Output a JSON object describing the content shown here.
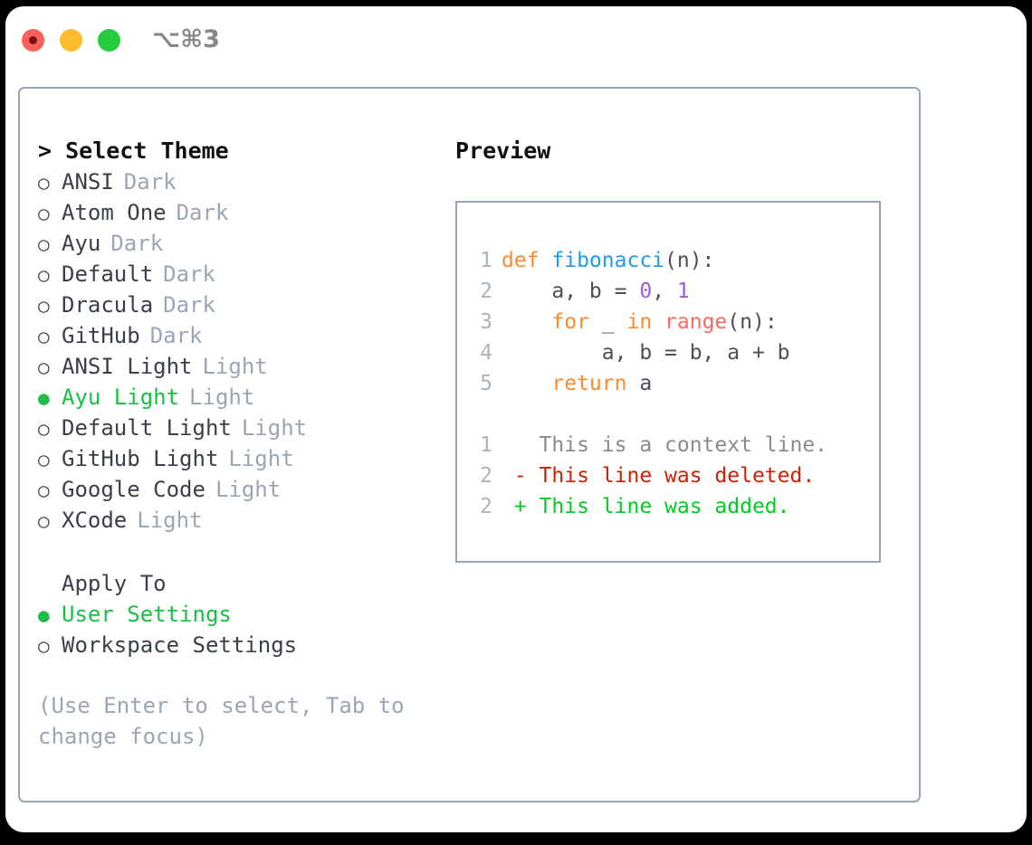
{
  "titlebar": {
    "shortcut": "⌥⌘3",
    "lights": [
      {
        "name": "close",
        "color": "#fc6058"
      },
      {
        "name": "minimize",
        "color": "#ffbd2e"
      },
      {
        "name": "maximize",
        "color": "#25cc40"
      }
    ]
  },
  "theme_panel": {
    "heading": "> Select Theme",
    "marker_selected": "●",
    "marker_unselected": "○",
    "items": [
      {
        "label": "ANSI",
        "tag": "Dark",
        "selected": false
      },
      {
        "label": "Atom One",
        "tag": "Dark",
        "selected": false
      },
      {
        "label": "Ayu",
        "tag": "Dark",
        "selected": false
      },
      {
        "label": "Default",
        "tag": "Dark",
        "selected": false
      },
      {
        "label": "Dracula",
        "tag": "Dark",
        "selected": false
      },
      {
        "label": "GitHub",
        "tag": "Dark",
        "selected": false
      },
      {
        "label": "ANSI Light",
        "tag": "Light",
        "selected": false
      },
      {
        "label": "Ayu Light",
        "tag": "Light",
        "selected": true
      },
      {
        "label": "Default Light",
        "tag": "Light",
        "selected": false
      },
      {
        "label": "GitHub Light",
        "tag": "Light",
        "selected": false
      },
      {
        "label": "Google Code",
        "tag": "Light",
        "selected": false
      },
      {
        "label": "XCode",
        "tag": "Light",
        "selected": false
      }
    ]
  },
  "apply_to": {
    "heading": "Apply To",
    "items": [
      {
        "label": "User Settings",
        "selected": true
      },
      {
        "label": "Workspace Settings",
        "selected": false
      }
    ]
  },
  "hint": "(Use Enter to select, Tab to change focus)",
  "preview": {
    "heading": "Preview",
    "code_lines": [
      {
        "num": "1",
        "tokens": [
          {
            "text": "def ",
            "style": "kw"
          },
          {
            "text": "fibonacci",
            "style": "fn"
          },
          {
            "text": "(n):",
            "style": "pl"
          }
        ]
      },
      {
        "num": "2",
        "tokens": [
          {
            "text": "    a, b = ",
            "style": "pl"
          },
          {
            "text": "0",
            "style": "num"
          },
          {
            "text": ", ",
            "style": "pl"
          },
          {
            "text": "1",
            "style": "num"
          }
        ]
      },
      {
        "num": "3",
        "tokens": [
          {
            "text": "    ",
            "style": "pl"
          },
          {
            "text": "for",
            "style": "kw"
          },
          {
            "text": " _ ",
            "style": "pl"
          },
          {
            "text": "in",
            "style": "kw"
          },
          {
            "text": " ",
            "style": "pl"
          },
          {
            "text": "range",
            "style": "bi"
          },
          {
            "text": "(n):",
            "style": "pl"
          }
        ]
      },
      {
        "num": "4",
        "tokens": [
          {
            "text": "        a, b = b, a + b",
            "style": "pl"
          }
        ]
      },
      {
        "num": "5",
        "tokens": [
          {
            "text": "    ",
            "style": "pl"
          },
          {
            "text": "return",
            "style": "kw"
          },
          {
            "text": " a",
            "style": "pl"
          }
        ]
      }
    ],
    "diff_lines": [
      {
        "num": "1",
        "tokens": [
          {
            "text": "   This is a context line.",
            "style": "ctx"
          }
        ]
      },
      {
        "num": "2",
        "tokens": [
          {
            "text": " - This line was deleted.",
            "style": "del"
          }
        ]
      },
      {
        "num": "2",
        "tokens": [
          {
            "text": " + This line was added.",
            "style": "add"
          }
        ]
      }
    ]
  },
  "colors": {
    "accent_green": "#1bbf43",
    "border": "#9aa5b5",
    "muted": "#9aa5b5",
    "text": "#3a3f4b",
    "keyword": "#ff8a2b",
    "function": "#1e9bf0",
    "number": "#9b5cd6",
    "builtin": "#fa6a63",
    "diff_deleted": "#cc2200",
    "diff_added": "#00cc22"
  }
}
